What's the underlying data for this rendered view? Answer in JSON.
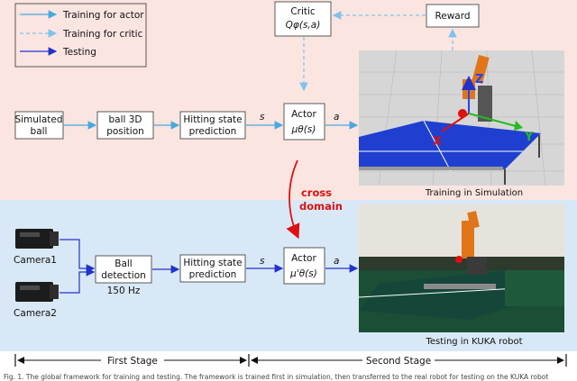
{
  "legend": {
    "items": [
      {
        "label": "Training for actor",
        "style": "solid",
        "color": "#4aa8e0"
      },
      {
        "label": "Training for critic",
        "style": "dashed",
        "color": "#7cc3ee"
      },
      {
        "label": "Testing",
        "style": "solid",
        "color": "#2233cc"
      }
    ]
  },
  "simulation_stage": {
    "nodes": {
      "simulated_ball": [
        "Simulated",
        "ball"
      ],
      "ball_3d_position": [
        "ball 3D",
        "position"
      ],
      "hitting_state_prediction": [
        "Hitting state",
        "prediction"
      ],
      "actor": [
        "Actor",
        "μθ(s)"
      ],
      "critic": [
        "Critic",
        "Qφ(s,a)"
      ],
      "reward": [
        "Reward"
      ]
    },
    "edge_labels": {
      "s": "s",
      "a": "a"
    },
    "image_caption": "Training in Simulation",
    "axes": {
      "z": "Z",
      "x": "X",
      "y": "Y"
    }
  },
  "transfer": {
    "label_lines": [
      "cross",
      "domain"
    ],
    "color": "#dd1111"
  },
  "real_stage": {
    "cameras": [
      "Camera1",
      "Camera2"
    ],
    "nodes": {
      "ball_detection": [
        "Ball",
        "detection"
      ],
      "hitting_state_prediction": [
        "Hitting state",
        "prediction"
      ],
      "actor": [
        "Actor",
        "μ'θ(s)"
      ]
    },
    "rate": "150 Hz",
    "edge_labels": {
      "s": "s",
      "a": "a"
    },
    "image_caption": "Testing in KUKA robot"
  },
  "stages": {
    "first": "First Stage",
    "second": "Second Stage"
  },
  "footer_text": "Fig. 1.  The global framework for training and testing. The framework is trained first in simulation, then transferred to the real robot for testing on the KUKA robot"
}
